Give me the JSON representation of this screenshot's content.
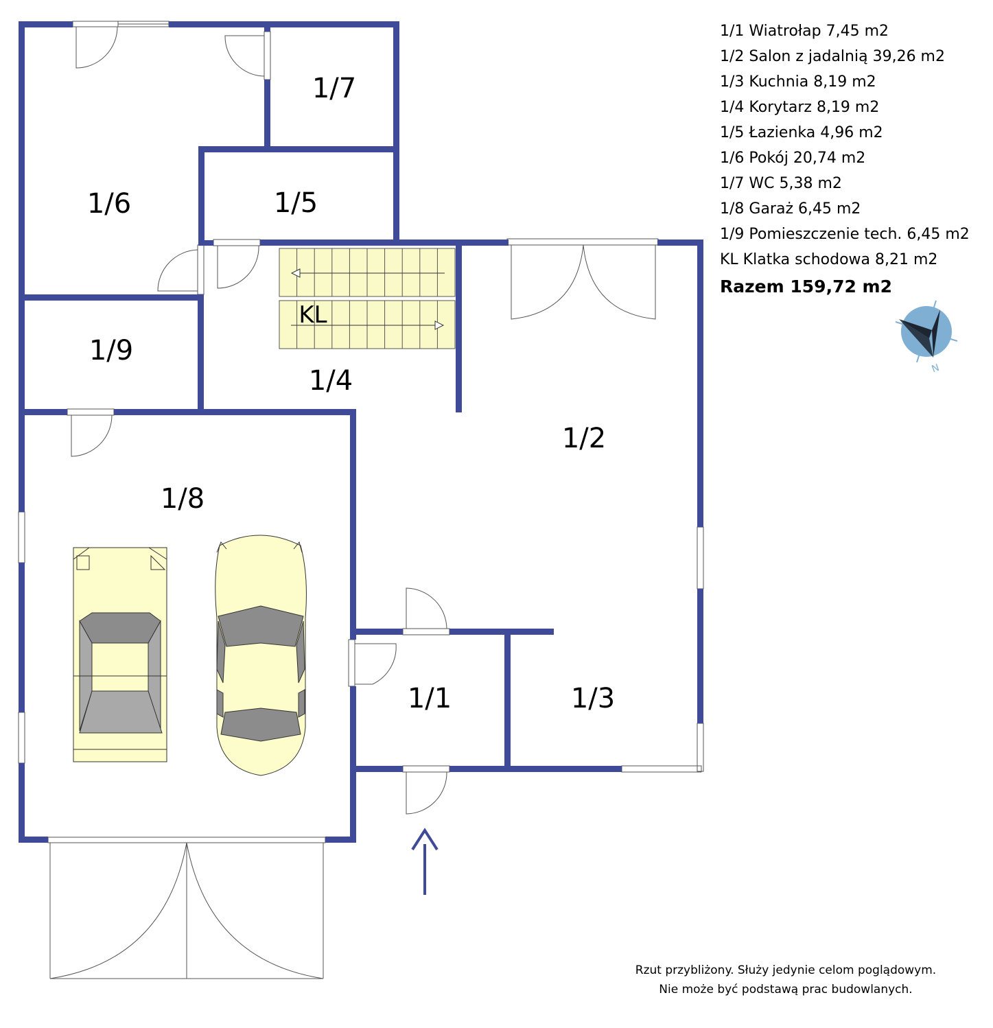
{
  "colors": {
    "wall": "#3f4a99",
    "stairs_fill": "#fafac8",
    "car_body": "#fdfccb",
    "car_glass": "#8c8c8c",
    "car_glass_light": "#a9a9a9",
    "compass_disc": "#7fb0d4",
    "compass_needle": "#1c2530"
  },
  "rooms": [
    {
      "id": "1/1",
      "label": "1/1"
    },
    {
      "id": "1/2",
      "label": "1/2"
    },
    {
      "id": "1/3",
      "label": "1/3"
    },
    {
      "id": "1/4",
      "label": "1/4"
    },
    {
      "id": "1/5",
      "label": "1/5"
    },
    {
      "id": "1/6",
      "label": "1/6"
    },
    {
      "id": "1/7",
      "label": "1/7"
    },
    {
      "id": "1/8",
      "label": "1/8"
    },
    {
      "id": "1/9",
      "label": "1/9"
    }
  ],
  "stairs": {
    "label": "KL"
  },
  "legend": {
    "items": [
      "1/1 Wiatrołap 7,45 m2",
      "1/2 Salon z jadalnią 39,26 m2",
      "1/3 Kuchnia 8,19 m2",
      "1/4 Korytarz 8,19 m2",
      "1/5 Łazienka 4,96 m2",
      "1/6 Pokój 20,74 m2",
      "1/7 WC 5,38 m2",
      "1/8 Garaż 6,45 m2",
      "1/9 Pomieszczenie tech. 6,45 m2",
      "KL Klatka schodowa 8,21 m2"
    ],
    "total": "Razem 159,72 m2"
  },
  "compass": {
    "north_label": "N"
  },
  "disclaimer": {
    "line1": "Rzut przybliżony. Służy jedynie celom poglądowym.",
    "line2": "Nie może być podstawą prac budowlanych."
  }
}
